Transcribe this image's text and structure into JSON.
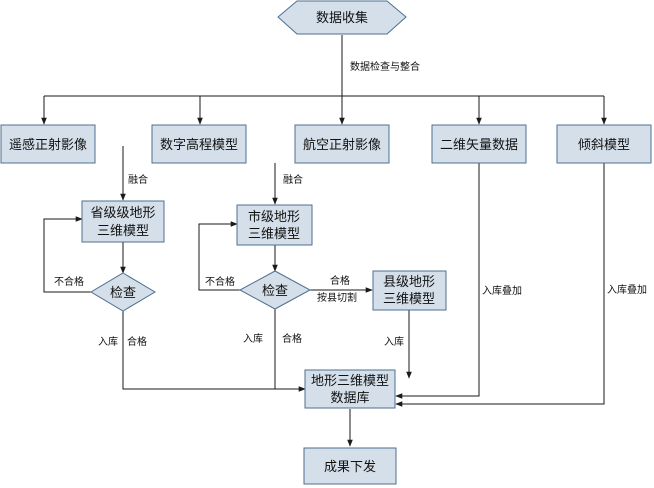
{
  "nodes": {
    "data_collection": "数据收集",
    "remote_ortho": "遥感正射影像",
    "dem": "数字高程模型",
    "aerial_ortho": "航空正射影像",
    "vector_2d": "二维矢量数据",
    "oblique_model": "倾斜模型",
    "province_model_l1": "省级级地形",
    "province_model_l2": "三维模型",
    "city_model_l1": "市级地形",
    "city_model_l2": "三维模型",
    "county_model_l1": "县级地形",
    "county_model_l2": "三维模型",
    "check_1": "检查",
    "check_2": "检查",
    "terrain_db_l1": "地形三维模型",
    "terrain_db_l2": "数据库",
    "result_release": "成果下发"
  },
  "labels": {
    "check_and_integrate": "数据检查与整合",
    "fusion_1": "融合",
    "fusion_2": "融合",
    "fail_1": "不合格",
    "fail_2": "不合格",
    "pass_1": "合格",
    "pass_2": "合格",
    "pass_3": "合格",
    "cut_by_county": "按县切割",
    "store_1": "入库",
    "store_2": "入库",
    "store_3": "入库",
    "store_overlay_1": "入库叠加",
    "store_overlay_2": "入库叠加"
  }
}
